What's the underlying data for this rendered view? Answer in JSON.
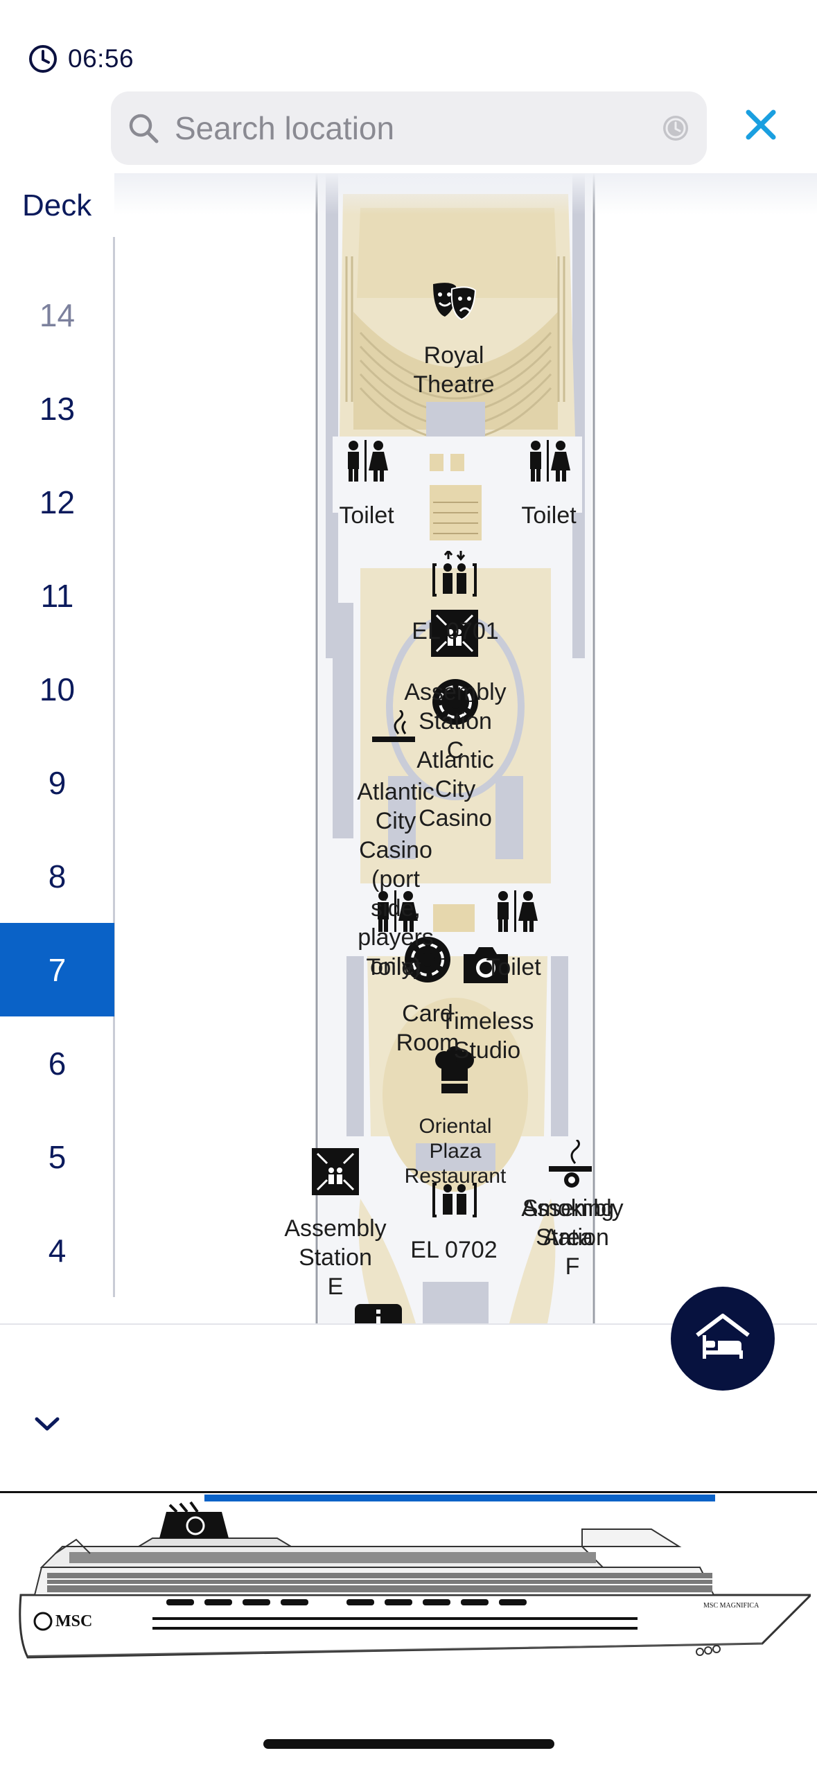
{
  "status_bar": {
    "time": "06:56"
  },
  "search": {
    "placeholder": "Search location"
  },
  "deck_panel": {
    "title": "Deck",
    "decks": [
      "14",
      "13",
      "12",
      "11",
      "10",
      "9",
      "8",
      "7",
      "6",
      "5",
      "4"
    ],
    "selected": "7"
  },
  "map": {
    "labels": {
      "royal_theatre": "Royal\nTheatre",
      "toilet_left": "Toilet",
      "toilet_right": "Toilet",
      "el_0701": "EL 0701",
      "assembly_c": "Assembly\nStation\nC",
      "casino_center": "Atlantic\nCity\nCasino",
      "casino_port": "Atlantic\nCity\nCasino\n(port\nside,\nplayers\nonly)",
      "toilet_mid_left": "Toilet",
      "toilet_mid_right": "Toilet",
      "card_room": "Card\nRoom",
      "timeless_studio": "Timeless\nStudio",
      "oriental_plaza": "Oriental\nPlaza\nRestaurant",
      "assembly_e": "Assembly\nStation\nE",
      "el_0702": "EL 0702",
      "smoking_area": "Smoking\nArea",
      "assembly_f": "Assembly\nStation\nF"
    },
    "icons": [
      "theatre-masks-icon",
      "toilet-icon",
      "elevator-icon",
      "assembly-station-icon",
      "casino-icon",
      "smoking-icon",
      "camera-icon",
      "chef-hat-icon",
      "info-icon"
    ]
  },
  "fab": {
    "icon": "cabin-bed-icon"
  },
  "sheet": {
    "collapse_icon": "chevron-down-icon",
    "ship_name": "MSC",
    "ship_hull_text": "MSC MAGNIFICA"
  },
  "colors": {
    "accent": "#0a62c7",
    "navy": "#07123f",
    "close": "#1a9fe0",
    "deck_plan": "#ede4c9"
  }
}
